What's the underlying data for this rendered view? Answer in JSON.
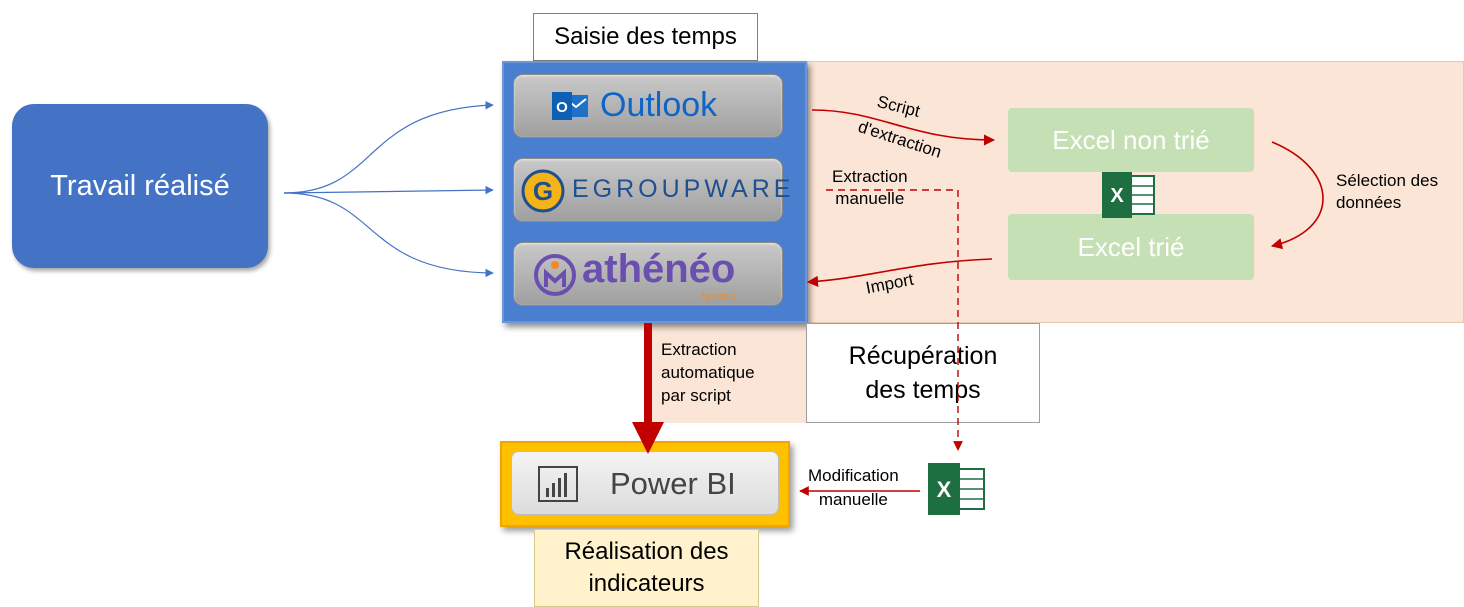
{
  "source": {
    "label": "Travail réalisé"
  },
  "saisie": {
    "title": "Saisie des temps",
    "tools": [
      "Outlook",
      "EGROUPWARE",
      "athénéo",
      "by inotis"
    ]
  },
  "excel": {
    "unsorted": "Excel non trié",
    "sorted": "Excel trié"
  },
  "edges": {
    "script": [
      "Script",
      "d'extraction"
    ],
    "manual_extraction": [
      "Extraction",
      "manuelle"
    ],
    "selection": [
      "Sélection des",
      "données"
    ],
    "import": "Import",
    "auto": [
      "Extraction",
      "automatique",
      "par script"
    ],
    "modification": [
      "Modification",
      "manuelle"
    ]
  },
  "recuperation": [
    "Récupération",
    "des temps"
  ],
  "powerbi": {
    "label": "Power BI"
  },
  "realisation": [
    "Réalisation des",
    "indicateurs"
  ],
  "colors": {
    "blue": "#4472c4",
    "peach": "#fbe5d6",
    "green": "#c5e0b4",
    "red": "#c00000",
    "yellow": "#ffc000"
  }
}
